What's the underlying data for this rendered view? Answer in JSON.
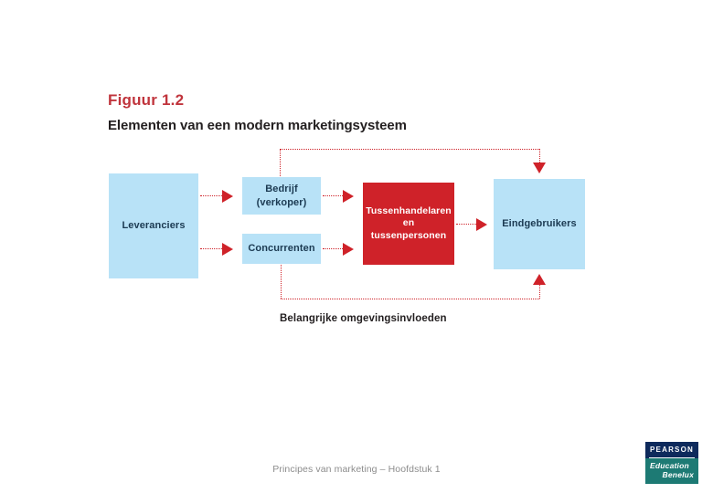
{
  "slide": {
    "figure_label": "Figuur 1.2",
    "figure_title": "Elementen van een modern marketingsysteem",
    "accent_red": "#cf2229",
    "heading_red": "#c0343c",
    "node_blue": "#b8e2f7",
    "background": "#ffffff"
  },
  "diagram": {
    "type": "flow",
    "nodes": [
      {
        "id": "leveranciers",
        "label": "Leveranciers",
        "color": "#b8e2f7"
      },
      {
        "id": "bedrijf",
        "label": "Bedrijf\n(verkoper)",
        "line1": "Bedrijf",
        "line2": "(verkoper)",
        "color": "#b8e2f7"
      },
      {
        "id": "concurrenten",
        "label": "Concurrenten",
        "color": "#b8e2f7"
      },
      {
        "id": "tussenhandelaren",
        "label": "Tussenhandelaren en tussenpersonen",
        "line1": "Tussenhandelaren",
        "line2": "en",
        "line3": "tussenpersonen",
        "color": "#cf2229"
      },
      {
        "id": "eindgebruikers",
        "label": "Eindgebruikers",
        "color": "#b8e2f7"
      }
    ],
    "edges": [
      {
        "from": "leveranciers",
        "to": "bedrijf",
        "style": "dotted-arrow"
      },
      {
        "from": "leveranciers",
        "to": "concurrenten",
        "style": "dotted-arrow"
      },
      {
        "from": "bedrijf",
        "to": "tussenhandelaren",
        "style": "dotted-arrow"
      },
      {
        "from": "concurrenten",
        "to": "tussenhandelaren",
        "style": "dotted-arrow"
      },
      {
        "from": "tussenhandelaren",
        "to": "eindgebruikers",
        "style": "dotted-arrow"
      },
      {
        "from": "bedrijf",
        "to": "eindgebruikers",
        "style": "dotted-feedback-top"
      },
      {
        "from": "concurrenten",
        "to": "eindgebruikers",
        "style": "dotted-feedback-bottom"
      }
    ],
    "caption": "Belangrijke omgevingsinvloeden"
  },
  "footer": {
    "text": "Principes van marketing – Hoofdstuk 1"
  },
  "logo": {
    "brand": "PEARSON",
    "line2": "Education",
    "line3": "Benelux"
  }
}
